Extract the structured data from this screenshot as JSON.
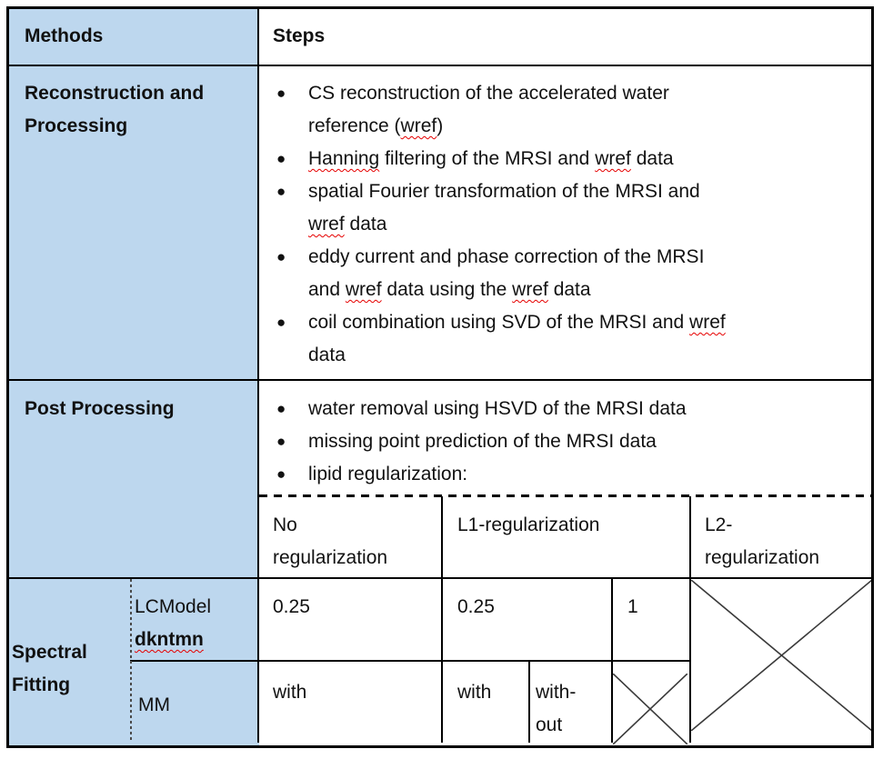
{
  "table": {
    "header": {
      "methods": "Methods",
      "steps": "Steps"
    },
    "rows": {
      "reconstruction": {
        "label": "Reconstruction and Processing",
        "bullets": [
          "CS reconstruction of the accelerated water\nreference (wref)",
          "Hanning filtering of the MRSI and wref data",
          "spatial Fourier transformation of the MRSI and\nwref data",
          "eddy current and phase correction of the MRSI\nand wref data using the wref data",
          "coil combination using SVD of the MRSI and wref\ndata"
        ]
      },
      "post_processing": {
        "label": "Post Processing",
        "bullets": [
          "water removal using HSVD of the MRSI data",
          "missing point prediction of the MRSI data",
          "lipid regularization:"
        ],
        "regularization_headers": [
          "No regularization",
          "L1-regularization",
          "L2-regularization"
        ]
      },
      "spectral_fitting": {
        "label": "Spectral Fitting",
        "lcmodel": {
          "line1": "LCModel",
          "line2": "dkntmn",
          "no_reg": "0.25",
          "l1": "0.25",
          "l1_alt": "1"
        },
        "mm": {
          "label": "MM",
          "no_reg": "with",
          "l1_with": "with",
          "l1_without": "with-out"
        }
      }
    }
  },
  "misspellings": [
    "wref",
    "Hanning",
    "dkntmn"
  ],
  "colors": {
    "header_fill": "#bdd7ee",
    "border": "#000000",
    "squiggle": "#e60000",
    "xline": "#3a3a3a"
  }
}
